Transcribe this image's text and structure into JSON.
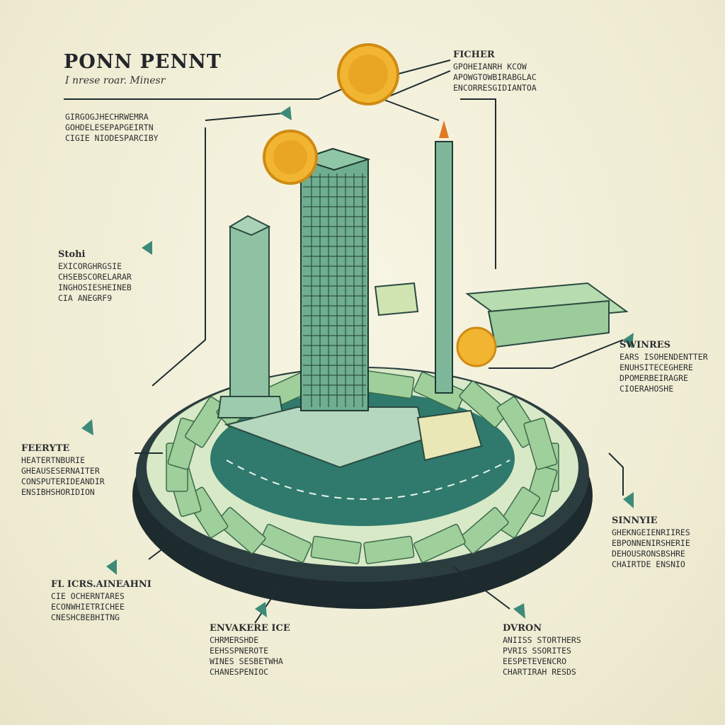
{
  "title": "PONN PENNT",
  "subtitle": "I nrese roar. Minesr",
  "callouts": {
    "top_right": {
      "head": "FICHER",
      "lines": [
        "GPOHEIANRH KCOW",
        "APOWGTOWBIRABGLAC",
        "ENCORRESGIDIANTOA"
      ]
    },
    "top_left": {
      "head": "",
      "lines": [
        "GIRGOGJHECHRWEMRA",
        "GOHDELESEPAPGEIRTN",
        "CIGIE NIODESPARCIBY"
      ]
    },
    "mid_left": {
      "head": "Stohi",
      "lines": [
        "EXICORGHRGSIE",
        "CHSEBSCORELARAR",
        "INGHOSIESHEINEB",
        "CIA ANEGRF9"
      ]
    },
    "mid_right": {
      "head": "SWINRES",
      "lines": [
        "EARS ISOHENDENTTER",
        "ENUHSITECEGHERE",
        "DPOMERBEIRAGRE",
        "CIOERAHOSHE"
      ]
    },
    "left": {
      "head": "FEERYTE",
      "lines": [
        "HEATERTNBURIE",
        "GHEAUSESERNAITER",
        "CONSPUTERIDEANDIR",
        "ENSIBHSHORIDION"
      ]
    },
    "right": {
      "head": "SINNYIE",
      "lines": [
        "GHEKNGEIENRIIRES",
        "EBPONNENIRSHERIE",
        "DEHOUSRONSBSHRE",
        "CHAIRTDE ENSNIO"
      ]
    },
    "bottom_left": {
      "head": "FL ICRS.AINEAHNI",
      "lines": [
        "CIE OCHERNTARES",
        "ECONWHIETRICHEE",
        "CNESHCBEBHITNG"
      ]
    },
    "bottom_center": {
      "head": "ENVAKERE ICE",
      "lines": [
        "CHRMERSHDE",
        "EEHSSPNEROTE",
        "WINES SESBETWHA",
        "CHANESPENIOC"
      ]
    },
    "bottom_right": {
      "head": "DVRON",
      "lines": [
        "ANIISS STORTHERS",
        "PVRIS SSORITES",
        "EESPETEVENCRO",
        "CHARTIRAH RESDS"
      ]
    }
  },
  "colors": {
    "teal": "#3e8a78",
    "dark": "#1f2d30",
    "gold": "#f2b531",
    "money": "#9fcf9a",
    "tower": "#7fb79a"
  }
}
